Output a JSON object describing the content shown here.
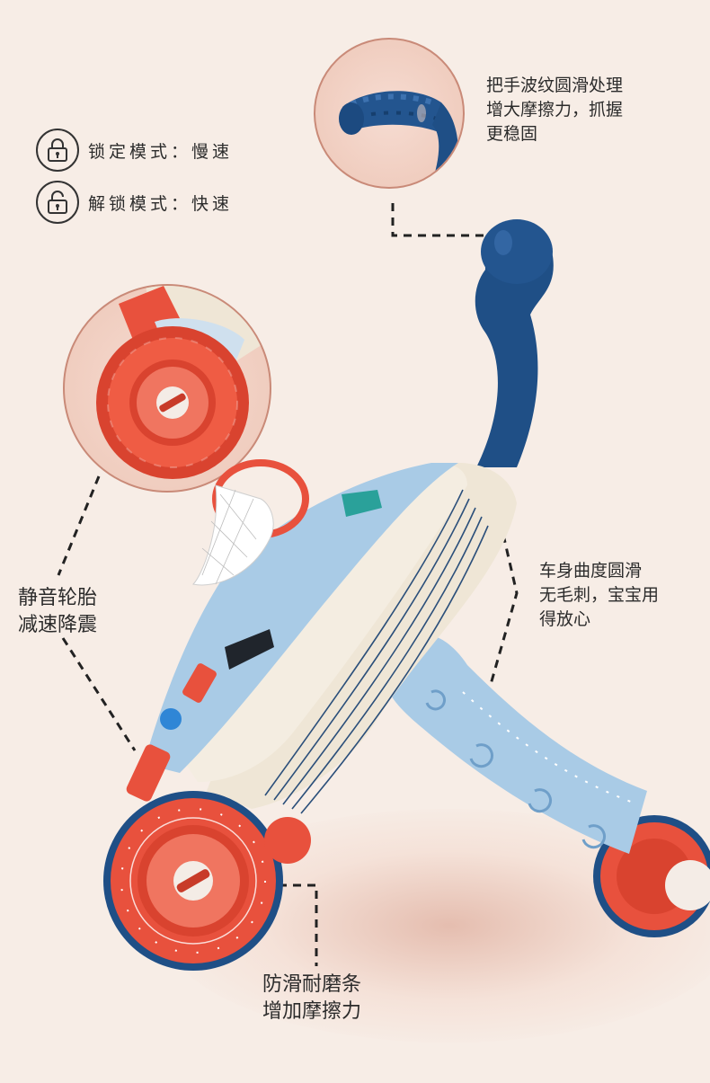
{
  "legend": {
    "lock_mode": "锁定模式：慢速",
    "unlock_mode": "解锁模式：快速"
  },
  "icons": {
    "lock": "lock-icon",
    "unlock": "unlock-icon"
  },
  "callouts": {
    "handle": [
      "把手波纹圆滑处理",
      "增大摩擦力，抓握",
      "更稳固"
    ],
    "wheel": [
      "静音轮胎",
      "减速降震"
    ],
    "body": [
      "车身曲度圆滑",
      "无毛刺，宝宝用",
      "得放心"
    ],
    "strip": [
      "防滑耐磨条",
      "增加摩擦力"
    ]
  },
  "colors": {
    "background": "#f7ede6",
    "handle_navy": "#1f4f86",
    "body_blue": "#a9cbe6",
    "wheel_red": "#e8513d",
    "cream": "#efe6d6",
    "zoom_border": "#c98a78"
  }
}
